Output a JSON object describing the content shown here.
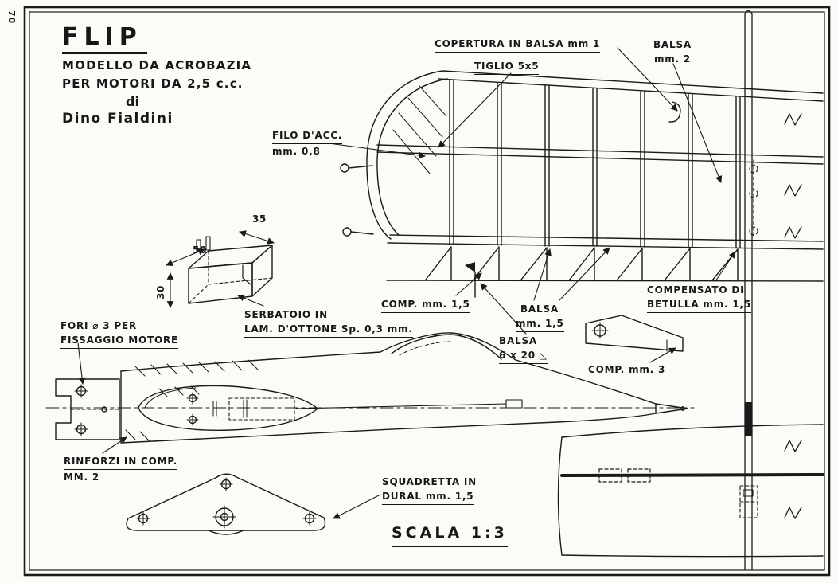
{
  "page": {
    "number": "70",
    "scale": "SCALA 1:3"
  },
  "title_block": {
    "title": "FLIP",
    "line1": "MODELLO DA ACROBAZIA",
    "line2": "PER MOTORI DA 2,5 c.c.",
    "line3": "di",
    "line4": "Dino Fialdini"
  },
  "callouts": {
    "copertura": "COPERTURA IN BALSA mm 1",
    "tiglio": "TIGLIO 5x5",
    "balsa_mm2_1": "BALSA",
    "balsa_mm2_2": "mm. 2",
    "filo_1": "FILO D'ACC.",
    "filo_2": "mm. 0,8",
    "serbatoio_1": "SERBATOIO IN",
    "serbatoio_2": "LAM. D'OTTONE Sp. 0,3 mm.",
    "comp_mm15": "COMP. mm. 1,5",
    "balsa_mm15_1": "BALSA",
    "balsa_mm15_2": "mm. 1,5",
    "balsa_6x20_1": "BALSA",
    "balsa_6x20_2": "6 x 20 ◺",
    "compensato_1": "COMPENSATO DI",
    "compensato_2": "BETULLA mm. 1,5",
    "comp_mm3": "COMP. mm. 3",
    "fori_1": "FORI ⌀ 3 PER",
    "fori_2": "FISSAGGIO MOTORE",
    "rinforzi_1": "RINFORZI IN COMP.",
    "rinforzi_2": "MM. 2",
    "squadretta_1": "SQUADRETTA IN",
    "squadretta_2": "DURAL mm. 1,5"
  },
  "dimensions": {
    "tank_depth": "35",
    "tank_length": "50",
    "tank_height": "30"
  },
  "colors": {
    "ink": "#1a1a1a",
    "paper": "#fbfbf7"
  }
}
